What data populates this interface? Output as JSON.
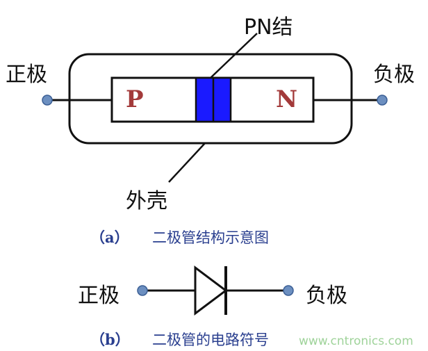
{
  "structure": {
    "anode_label": "正极",
    "cathode_label": "负极",
    "p_label": "P",
    "n_label": "N",
    "junction_label": "PN结",
    "shell_label": "外壳",
    "caption_tag": "（a）",
    "caption_text": "二极管结构示意图"
  },
  "symbol": {
    "anode_label": "正极",
    "cathode_label": "负极",
    "caption_tag": "（b）",
    "caption_text": "二极管的电路符号"
  },
  "watermark": "www.cntronics.com",
  "colors": {
    "line": "#111111",
    "junction": "#1a1aff",
    "terminal": "#6c8fc0",
    "pn_text": "#a33a3a",
    "caption": "#2a3f8f"
  }
}
